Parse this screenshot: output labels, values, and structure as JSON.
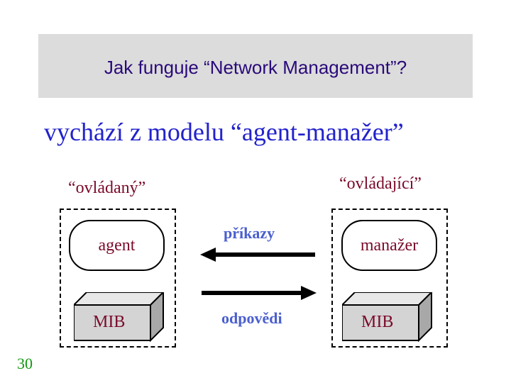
{
  "slide": {
    "title": "Jak funguje “Network Management”?",
    "subtitle": "vychází z modelu “agent-manažer”",
    "page_number": "30"
  },
  "left": {
    "label": "“ovládaný”",
    "box": "agent",
    "mib": "MIB"
  },
  "right": {
    "label": "“ovládající”",
    "box": "manažer",
    "mib": "MIB"
  },
  "arrows": {
    "commands": "příkazy",
    "responses": "odpovědi"
  },
  "colors": {
    "title_bar": "#dcdcdc",
    "title_text": "#2a0a7a",
    "subtitle_text": "#2222cc",
    "label_text": "#7a0a2a",
    "arrow_text": "#4a5fcf",
    "page_number": "#119911",
    "mib_front": "#d4d4d4",
    "mib_side": "#a8a8a8"
  }
}
